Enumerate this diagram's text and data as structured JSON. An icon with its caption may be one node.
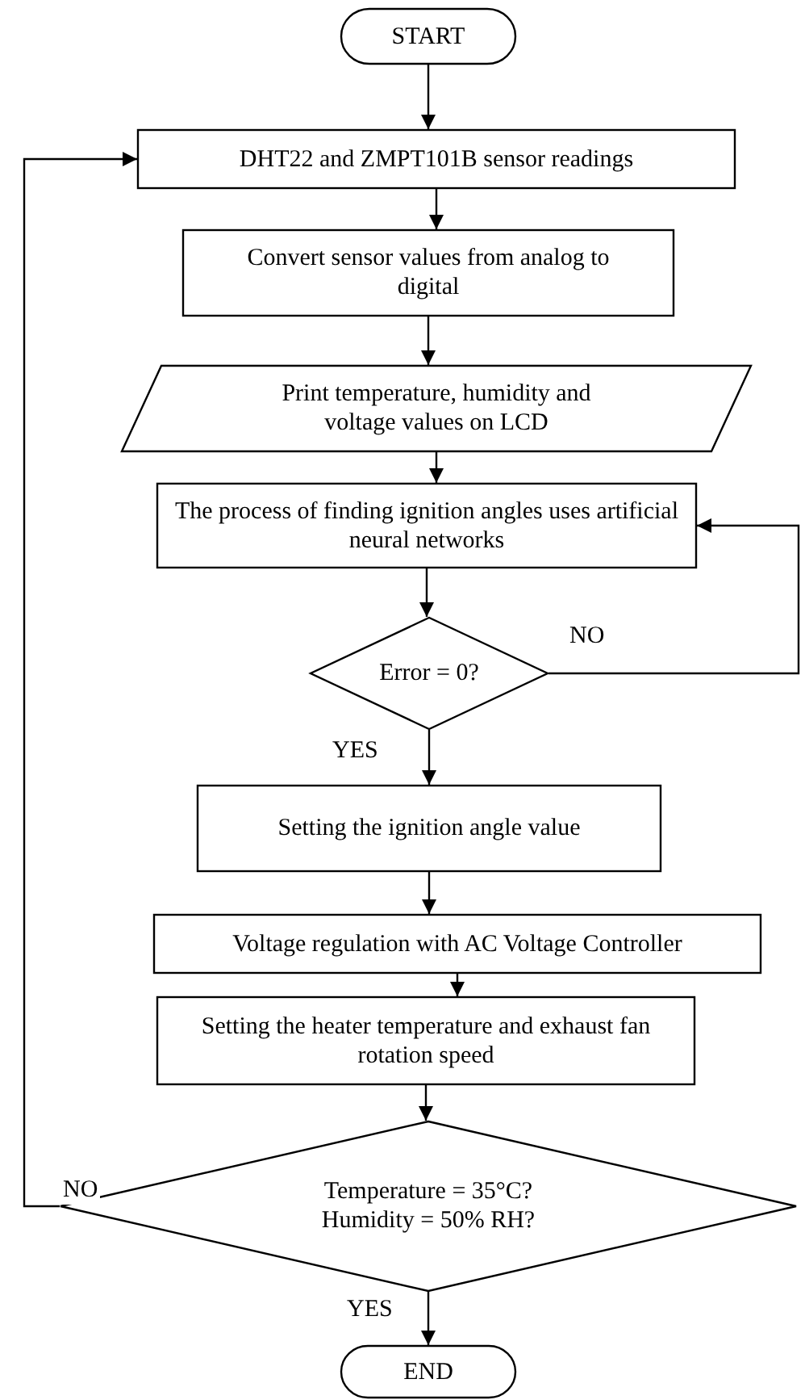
{
  "diagram": {
    "nodes": [
      {
        "text": [
          "START"
        ]
      },
      {
        "text": [
          "DHT22 and ZMPT101B sensor readings"
        ]
      },
      {
        "text": [
          "Convert sensor values from analog to digital"
        ]
      },
      {
        "text": [
          "Print temperature, humidity and voltage values on LCD"
        ]
      },
      {
        "text": [
          "The process of finding ignition angles uses artificial neural networks"
        ]
      },
      {
        "text": [
          "Error = 0?"
        ]
      },
      {
        "text": [
          "Setting the ignition angle value"
        ]
      },
      {
        "text": [
          "Voltage regulation with AC Voltage Controller"
        ]
      },
      {
        "text": [
          "Setting the heater temperature and exhaust fan rotation speed"
        ]
      },
      {
        "text": [
          "Temperature = 35°C? Humidity = 50% RH?"
        ]
      },
      {
        "text": [
          "END"
        ]
      }
    ],
    "edges": [
      {
        "from": 0,
        "to": 1,
        "arrow": "to"
      },
      {
        "from": 1,
        "to": 2,
        "arrow": "to"
      },
      {
        "from": 2,
        "to": 3,
        "arrow": "to"
      },
      {
        "from": 3,
        "to": 4,
        "arrow": "to"
      },
      {
        "from": 4,
        "to": 5,
        "arrow": "to"
      },
      {
        "from": 5,
        "to": 4,
        "arrow": "to",
        "label": "NO"
      },
      {
        "from": 5,
        "to": 6,
        "arrow": "to",
        "label": "YES"
      },
      {
        "from": 6,
        "to": 7,
        "arrow": "to"
      },
      {
        "from": 7,
        "to": 8,
        "arrow": "to"
      },
      {
        "from": 8,
        "to": 9,
        "arrow": "to"
      },
      {
        "from": 9,
        "to": 1,
        "arrow": "to",
        "label": "NO"
      },
      {
        "from": 9,
        "to": 10,
        "arrow": "to",
        "label": "YES"
      }
    ]
  }
}
